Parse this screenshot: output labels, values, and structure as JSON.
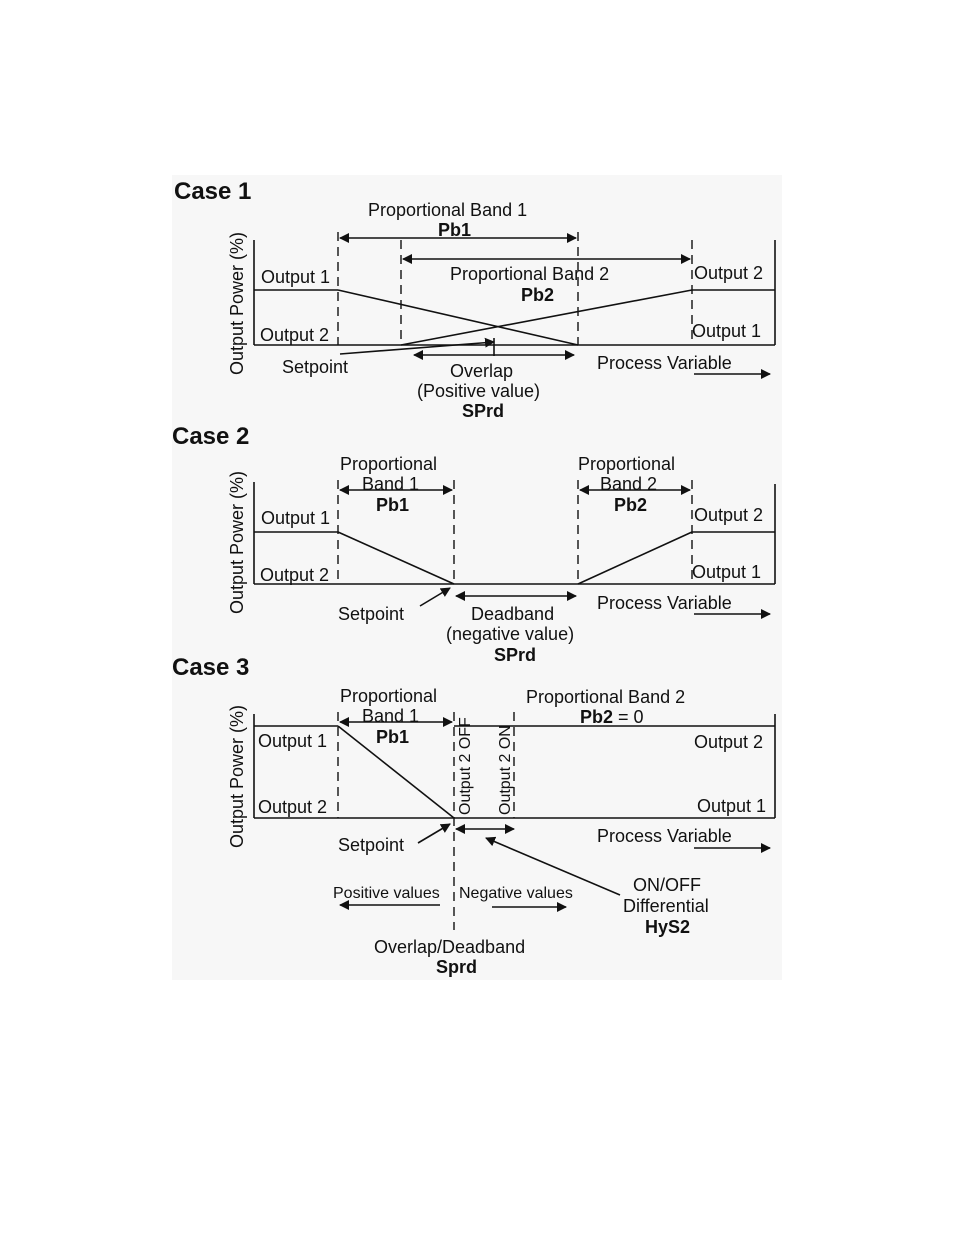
{
  "axis": {
    "y_label": "Output Power (%)",
    "x_label": "Process Variable"
  },
  "common": {
    "output1": "Output 1",
    "output2": "Output 2",
    "setpoint": "Setpoint"
  },
  "case1": {
    "title": "Case 1",
    "pb1_label": "Proportional Band 1",
    "pb1_code": "Pb1",
    "pb2_label": "Proportional Band 2",
    "pb2_code": "Pb2",
    "overlap_label": "Overlap",
    "overlap_note": "(Positive value)",
    "overlap_code": "SPrd"
  },
  "case2": {
    "title": "Case 2",
    "pb1_word": "Proportional",
    "pb1_band": "Band 1",
    "pb1_code": "Pb1",
    "pb2_word": "Proportional",
    "pb2_band": "Band 2",
    "pb2_code": "Pb2",
    "deadband_label": "Deadband",
    "deadband_note": "(negative value)",
    "deadband_code": "SPrd"
  },
  "case3": {
    "title": "Case 3",
    "pb1_word": "Proportional",
    "pb1_band": "Band 1",
    "pb1_code": "Pb1",
    "pb2_label": "Proportional Band 2",
    "pb2_code": "Pb2",
    "pb2_value": " = 0",
    "out2_off": "Output 2 OFF",
    "out2_on": "Output 2 ON",
    "positive_values": "Positive values",
    "negative_values": "Negative values",
    "onoff_line1": "ON/OFF",
    "onoff_line2": "Differential",
    "onoff_code": "HyS2",
    "overlap_deadband": "Overlap/Deadband",
    "overlap_deadband_code": "Sprd"
  }
}
